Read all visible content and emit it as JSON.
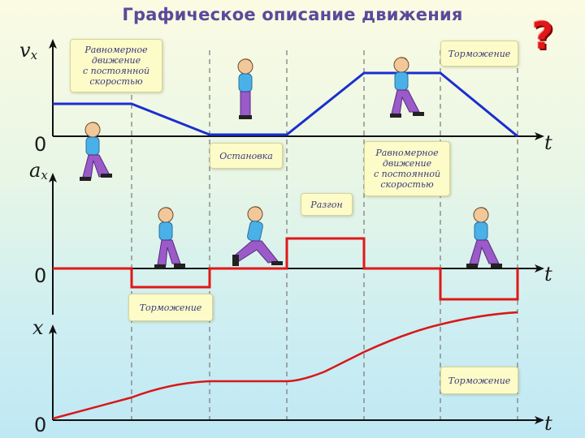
{
  "title": "Графическое описание движения",
  "question_mark": "?",
  "axes": {
    "v_label": "v",
    "v_sub": "x",
    "a_label": "a",
    "a_sub": "x",
    "x_label": "x",
    "t_label": "t",
    "zero": "0"
  },
  "notes": {
    "uniform_top": "Равномерное\nдвижение\nс постоянной\nскоростью",
    "braking_top": "Торможение",
    "stop": "Остановка",
    "uniform_mid": "Равномерное\nдвижение\nс постоянной\nскоростью",
    "acceleration": "Разгон",
    "braking_mid": "Торможение",
    "braking_bottom": "Торможение"
  },
  "colors": {
    "velocity_line": "#1a2ed0",
    "acceleration_line": "#e01818",
    "position_line": "#d81818",
    "note_bg": "#fdfbc8",
    "title": "#5b4a9a"
  },
  "figures": [
    "walking-man-icon",
    "walking-man-icon",
    "standing-man-icon",
    "running-man-icon",
    "walking-man-icon",
    "walking-man-icon"
  ]
}
